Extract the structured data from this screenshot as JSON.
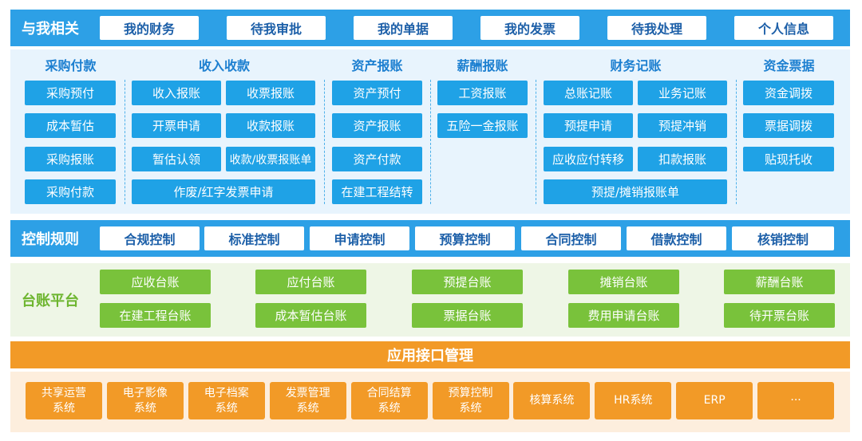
{
  "top": {
    "title": "与我相关",
    "tabs": [
      "我的财务",
      "待我审批",
      "我的单据",
      "我的发票",
      "待我处理",
      "个人信息"
    ]
  },
  "columns": [
    {
      "header": "采购付款",
      "items": [
        "采购预付",
        "成本暂估",
        "采购报账",
        "采购付款"
      ]
    },
    {
      "header": "收入收款",
      "items": [
        "收入报账",
        "收票报账",
        "开票申请",
        "收款报账",
        "暂估认领",
        "收款/收票报账单",
        "作废/红字发票申请"
      ]
    },
    {
      "header": "资产报账",
      "items": [
        "资产预付",
        "资产报账",
        "资产付款",
        "在建工程结转"
      ]
    },
    {
      "header": "薪酬报账",
      "items": [
        "工资报账",
        "五险一金报账"
      ]
    },
    {
      "header": "财务记账",
      "items": [
        "总账记账",
        "业务记账",
        "预提申请",
        "预提冲销",
        "应收应付转移",
        "扣款报账",
        "预提/摊销报账单"
      ]
    },
    {
      "header": "资金票据",
      "items": [
        "资金调拨",
        "票据调拨",
        "贴现托收"
      ]
    }
  ],
  "control": {
    "title": "控制规则",
    "items": [
      "合规控制",
      "标准控制",
      "申请控制",
      "预算控制",
      "合同控制",
      "借款控制",
      "核销控制"
    ]
  },
  "ledger": {
    "title": "台账平台",
    "row1": [
      "应收台账",
      "应付台账",
      "预提台账",
      "摊销台账",
      "薪酬台账"
    ],
    "row2": [
      "在建工程台账",
      "成本暂估台账",
      "票据台账",
      "费用申请台账",
      "待开票台账"
    ]
  },
  "api": {
    "title": "应用接口管理"
  },
  "systems": {
    "items": [
      [
        "共享运营",
        "系统"
      ],
      [
        "电子影像",
        "系统"
      ],
      [
        "电子档案",
        "系统"
      ],
      [
        "发票管理",
        "系统"
      ],
      [
        "合同结算",
        "系统"
      ],
      [
        "预算控制",
        "系统"
      ],
      [
        "核算系统"
      ],
      [
        "HR系统"
      ],
      [
        "ERP"
      ],
      [
        "···"
      ]
    ]
  },
  "colors": {
    "blue": "#2da0e6",
    "button_blue": "#1fa2e6",
    "green": "#79c23b",
    "orange": "#f29a27"
  }
}
